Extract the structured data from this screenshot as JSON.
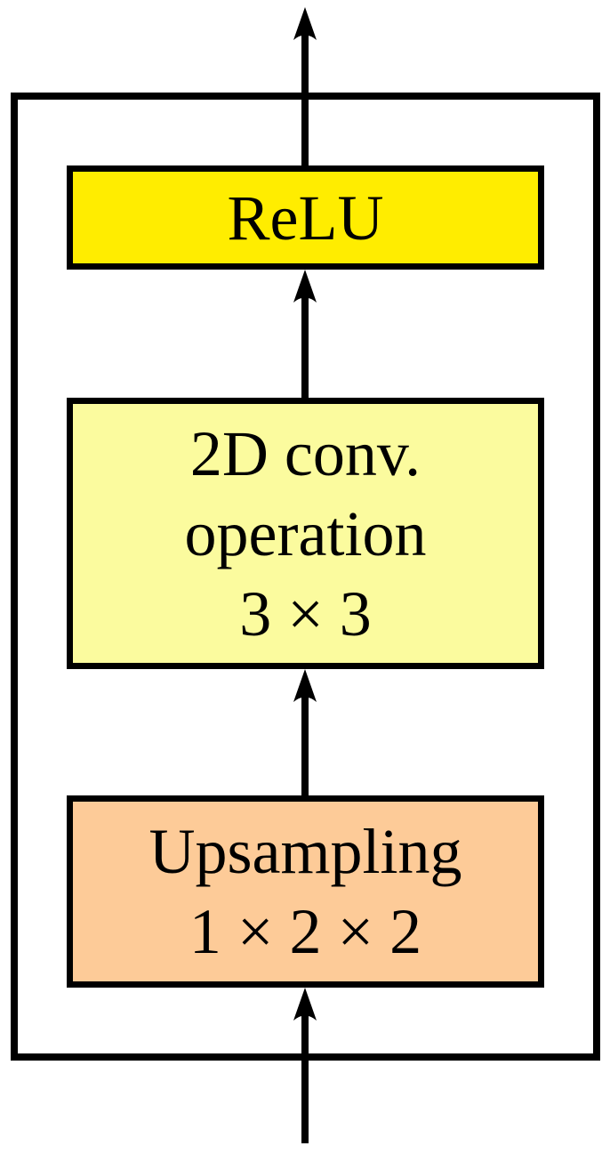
{
  "diagram": {
    "background": "#ffffff",
    "line_color": "#000000",
    "blocks": [
      {
        "id": "relu",
        "fill": "#FFED00",
        "lines": [
          "ReLU"
        ]
      },
      {
        "id": "conv2d",
        "fill": "#FBFB9E",
        "lines": [
          "2D conv.",
          "operation",
          "3 × 3"
        ]
      },
      {
        "id": "upsampling",
        "fill": "#FDCB98",
        "lines": [
          "Upsampling",
          "1 × 2 × 2"
        ]
      }
    ],
    "arrows": [
      {
        "id": "output-arrow",
        "direction": "up"
      },
      {
        "id": "conv-to-relu-arrow",
        "direction": "up"
      },
      {
        "id": "upsample-to-conv-arrow",
        "direction": "up"
      },
      {
        "id": "input-arrow",
        "direction": "up"
      }
    ]
  }
}
